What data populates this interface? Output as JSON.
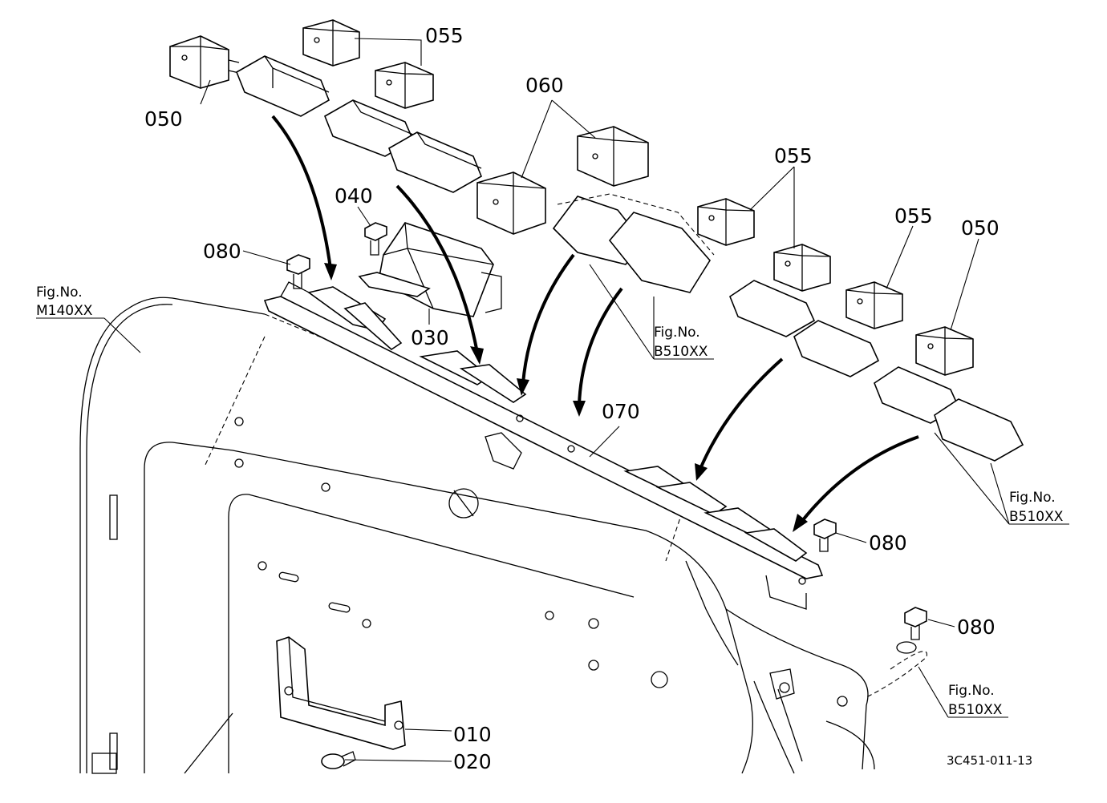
{
  "callouts": {
    "c050_left": "050",
    "c055_top": "055",
    "c060": "060",
    "c040": "040",
    "c080_left": "080",
    "c030": "030",
    "c055_right1": "055",
    "c055_right2": "055",
    "c050_right": "050",
    "c070": "070",
    "c080_mid": "080",
    "c080_bottom": "080",
    "c010": "010",
    "c020": "020"
  },
  "figure_refs": {
    "left_line1": "Fig.No.",
    "left_line2": "M140XX",
    "center_line1": "Fig.No.",
    "center_line2": "B510XX",
    "right_line1": "Fig.No.",
    "right_line2": "B510XX",
    "bottom_line1": "Fig.No.",
    "bottom_line2": "B510XX"
  },
  "drawing_code": "3C451-011-13"
}
